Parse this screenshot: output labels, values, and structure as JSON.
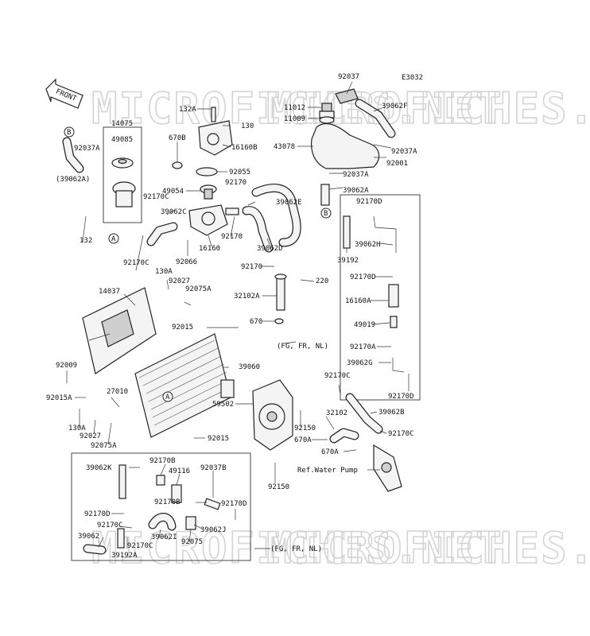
{
  "diagram": {
    "code": "E3032",
    "front_arrow_label": "FRONT",
    "watermark": "MICROFICHES.NET",
    "circle_markers": [
      "A",
      "B"
    ],
    "labels": [
      {
        "id": "l-92037",
        "text": "92037"
      },
      {
        "id": "l-e3032",
        "text": "E3032"
      },
      {
        "id": "l-132a",
        "text": "132A"
      },
      {
        "id": "l-11012",
        "text": "11012"
      },
      {
        "id": "l-39062f",
        "text": "39062F"
      },
      {
        "id": "l-11009",
        "text": "11009"
      },
      {
        "id": "l-130",
        "text": "130"
      },
      {
        "id": "l-14075",
        "text": "14075"
      },
      {
        "id": "l-16160b",
        "text": "16160B"
      },
      {
        "id": "l-43078",
        "text": "43078"
      },
      {
        "id": "l-92037a-1",
        "text": "92037A"
      },
      {
        "id": "l-49085",
        "text": "49085"
      },
      {
        "id": "l-670b",
        "text": "670B"
      },
      {
        "id": "l-92037a-2",
        "text": "92037A"
      },
      {
        "id": "l-92001",
        "text": "92001"
      },
      {
        "id": "l-39062a-1",
        "text": "(39062A)"
      },
      {
        "id": "l-92055",
        "text": "92055"
      },
      {
        "id": "l-92037a-3",
        "text": "92037A"
      },
      {
        "id": "l-92170-1",
        "text": "92170"
      },
      {
        "id": "l-49054",
        "text": "49054"
      },
      {
        "id": "l-39062a-2",
        "text": "39062A"
      },
      {
        "id": "l-92170c-1",
        "text": "92170C"
      },
      {
        "id": "l-39062e",
        "text": "39062E"
      },
      {
        "id": "l-39062c",
        "text": "39062C"
      },
      {
        "id": "l-92170d-1",
        "text": "92170D"
      },
      {
        "id": "l-92170-2",
        "text": "92170"
      },
      {
        "id": "l-132",
        "text": "132"
      },
      {
        "id": "l-39062h",
        "text": "39062H"
      },
      {
        "id": "l-16160",
        "text": "16160"
      },
      {
        "id": "l-39062d",
        "text": "39062D"
      },
      {
        "id": "l-92170c-2",
        "text": "92170C"
      },
      {
        "id": "l-92066",
        "text": "92066"
      },
      {
        "id": "l-39192-1",
        "text": "39192"
      },
      {
        "id": "l-92170-3",
        "text": "92170"
      },
      {
        "id": "l-130a-1",
        "text": "130A"
      },
      {
        "id": "l-92170d-2",
        "text": "92170D"
      },
      {
        "id": "l-92027-1",
        "text": "92027"
      },
      {
        "id": "l-220",
        "text": "220"
      },
      {
        "id": "l-14037",
        "text": "14037"
      },
      {
        "id": "l-92075a-1",
        "text": "92075A"
      },
      {
        "id": "l-32102a",
        "text": "32102A"
      },
      {
        "id": "l-16160a",
        "text": "16160A"
      },
      {
        "id": "l-49019",
        "text": "49019"
      },
      {
        "id": "l-92015-1",
        "text": "92015"
      },
      {
        "id": "l-670",
        "text": "670"
      },
      {
        "id": "l-fgfrnl-1",
        "text": "(FG, FR, NL)"
      },
      {
        "id": "l-92170a",
        "text": "92170A"
      },
      {
        "id": "l-39062g",
        "text": "39062G"
      },
      {
        "id": "l-92009",
        "text": "92009"
      },
      {
        "id": "l-39060",
        "text": "39060"
      },
      {
        "id": "l-92170c-3",
        "text": "92170C"
      },
      {
        "id": "l-27010",
        "text": "27010"
      },
      {
        "id": "l-92015a",
        "text": "92015A"
      },
      {
        "id": "l-92170d-3",
        "text": "92170D"
      },
      {
        "id": "l-39062b",
        "text": "39062B"
      },
      {
        "id": "l-130a-2",
        "text": "130A"
      },
      {
        "id": "l-59502",
        "text": "59502"
      },
      {
        "id": "l-32102",
        "text": "32102"
      },
      {
        "id": "l-92150-1",
        "text": "92150"
      },
      {
        "id": "l-92027-2",
        "text": "92027"
      },
      {
        "id": "l-92015-2",
        "text": "92015"
      },
      {
        "id": "l-92170c-4",
        "text": "92170C"
      },
      {
        "id": "l-670a-1",
        "text": "670A"
      },
      {
        "id": "l-92075a-2",
        "text": "92075A"
      },
      {
        "id": "l-670a-2",
        "text": "670A"
      },
      {
        "id": "l-92170b-1",
        "text": "92170B"
      },
      {
        "id": "l-39062k",
        "text": "39062K"
      },
      {
        "id": "l-92037b",
        "text": "92037B"
      },
      {
        "id": "l-49116",
        "text": "49116"
      },
      {
        "id": "l-refwp",
        "text": "Ref.Water Pump"
      },
      {
        "id": "l-92150-2",
        "text": "92150"
      },
      {
        "id": "l-92170b-2",
        "text": "92170B"
      },
      {
        "id": "l-92170d-4",
        "text": "92170D"
      },
      {
        "id": "l-92170d-5",
        "text": "92170D"
      },
      {
        "id": "l-92170c-5",
        "text": "92170C"
      },
      {
        "id": "l-39062j",
        "text": "39062J"
      },
      {
        "id": "l-39062",
        "text": "39062"
      },
      {
        "id": "l-39062i",
        "text": "39062I"
      },
      {
        "id": "l-92075",
        "text": "92075"
      },
      {
        "id": "l-92170c-6",
        "text": "92170C"
      },
      {
        "id": "l-fgfrnl-2",
        "text": "(FG, FR, NL)"
      },
      {
        "id": "l-39192a",
        "text": "39192A"
      }
    ]
  }
}
